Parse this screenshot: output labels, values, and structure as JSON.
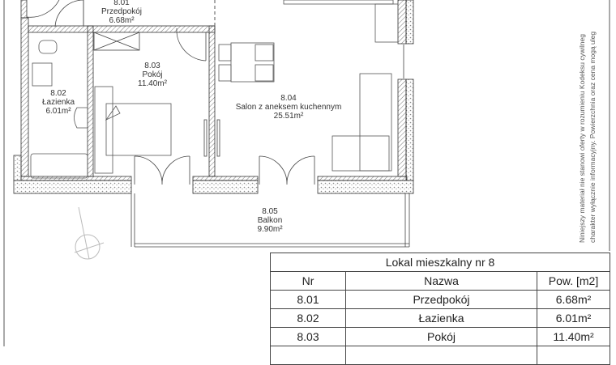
{
  "rooms": [
    {
      "nr": "8.01",
      "name": "Przedpokój",
      "area": "6.68m²"
    },
    {
      "nr": "8.02",
      "name": "Łazienka",
      "area": "6.01m²"
    },
    {
      "nr": "8.03",
      "name": "Pokój",
      "area": "11.40m²"
    },
    {
      "nr": "8.04",
      "name": "Salon z aneksem kuchennym",
      "area": "25.51m²"
    },
    {
      "nr": "8.05",
      "name": "Balkon",
      "area": "9.90m²"
    }
  ],
  "table": {
    "title": "Lokal mieszkalny nr 8",
    "headers": [
      "Nr",
      "Nazwa",
      "Pow. [m2]"
    ],
    "rows": [
      [
        "8.01",
        "Przedpokój",
        "6.68m²"
      ],
      [
        "8.02",
        "Łazienka",
        "6.01m²"
      ],
      [
        "8.03",
        "Pokój",
        "11.40m²"
      ]
    ]
  },
  "disclaimer": {
    "line1": "Niniejszy materiał nie stanowi oferty w rozumieniu Kodeksu cywilneg",
    "line2": "charakter wyłącznie informacyjny. Powierzchnia oraz cena mogą uleg"
  }
}
